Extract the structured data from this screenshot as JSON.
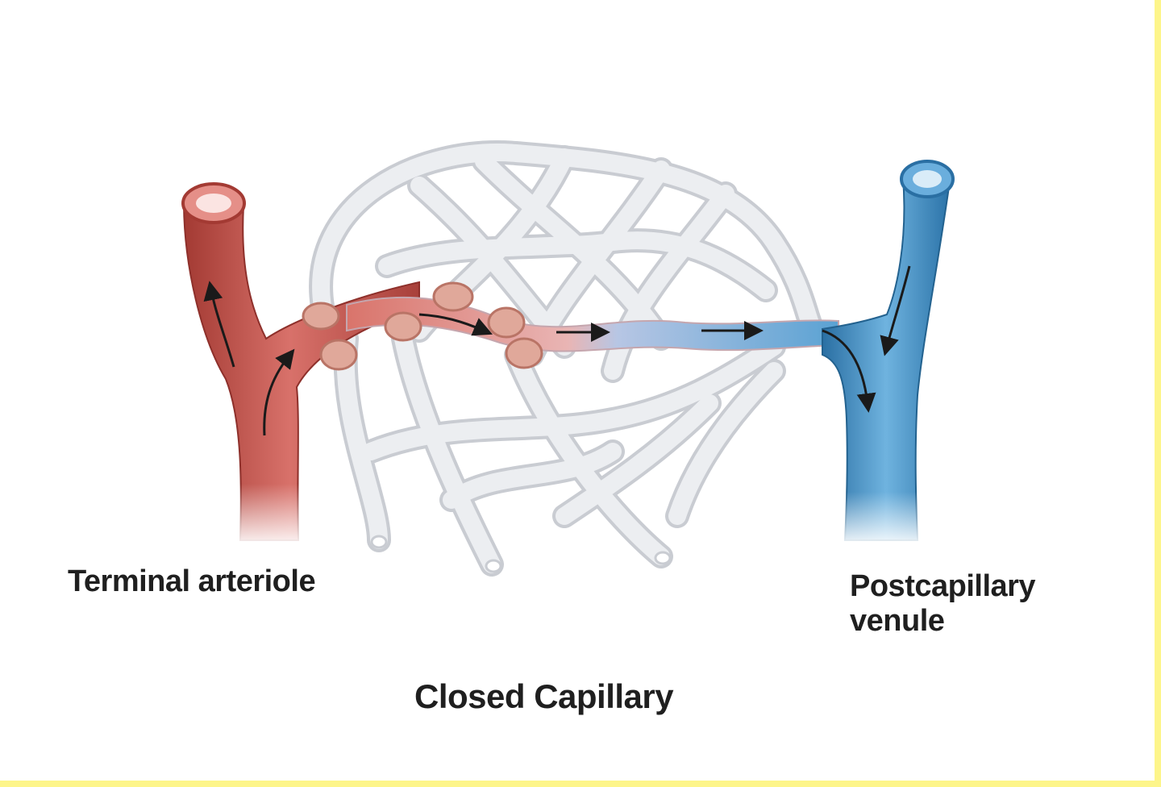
{
  "labels": {
    "arteriole": "Terminal arteriole",
    "venule_line1": "Postcapillary",
    "venule_line2": "venule",
    "caption": "Closed Capillary"
  },
  "colors": {
    "arteriole": "#c9574e",
    "arteriole_dark": "#a33a33",
    "venule": "#3d8ec4",
    "venule_dark": "#2a6fa3",
    "capillary_bed": "#e9ebee",
    "capillary_outline": "#c9ccd2",
    "sphincter": "#e0a89a",
    "arrow": "#1a1a1a",
    "frame_border": "#fdf58a"
  },
  "icons": {
    "flow_arrow": "flow-arrow-icon",
    "precapillary_sphincter": "sphincter-icon"
  }
}
